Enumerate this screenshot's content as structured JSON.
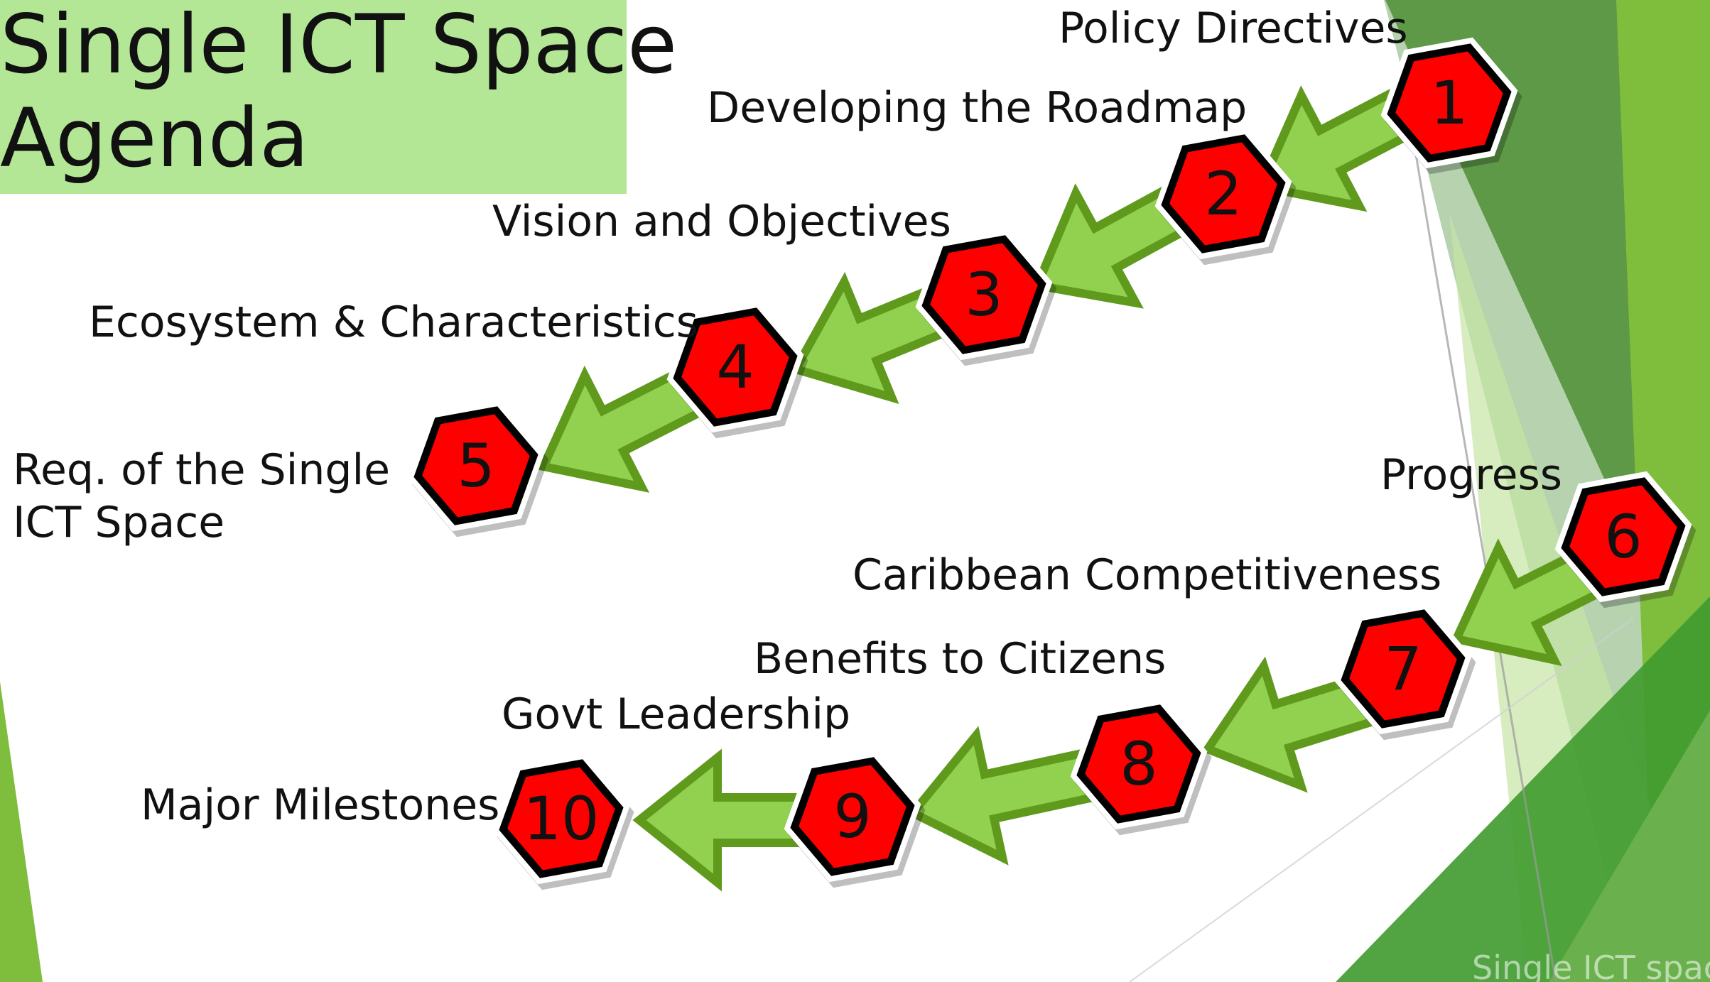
{
  "title": {
    "line1": "Single ICT Space",
    "line2": "Agenda"
  },
  "steps": [
    {
      "number": "1",
      "label": "Policy Directives"
    },
    {
      "number": "2",
      "label": "Developing the Roadmap"
    },
    {
      "number": "3",
      "label": "Vision and Objectives"
    },
    {
      "number": "4",
      "label": "Ecosystem & Characteristics"
    },
    {
      "number": "5",
      "label": "Req. of the Single ICT Space"
    },
    {
      "number": "6",
      "label": "Progress"
    },
    {
      "number": "7",
      "label": "Caribbean Competitiveness"
    },
    {
      "number": "8",
      "label": "Benefits to Citizens"
    },
    {
      "number": "9",
      "label": "Govt Leadership"
    },
    {
      "number": "10",
      "label": "Major Milestones"
    }
  ],
  "step5_label_lines": [
    "Req. of the Single",
    "ICT Space"
  ],
  "footer": "Single ICT space",
  "colors": {
    "hex_fill": "#ff0000",
    "hex_border": "#000000",
    "arrow_fill": "#92d050",
    "arrow_border": "#5f9a1c",
    "title_bg": "#b3e796",
    "accent_green": "#6aa83a"
  }
}
